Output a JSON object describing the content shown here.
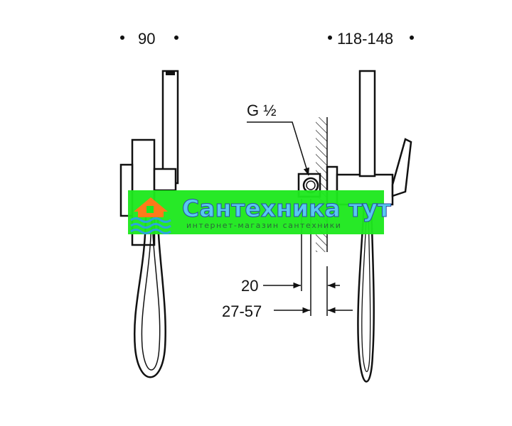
{
  "dimensions": {
    "left_width": "90",
    "right_width": "118-148",
    "thread": "G ½",
    "wall_gap": "20",
    "projection": "27-57"
  },
  "watermark": {
    "title": "Сантехника тут",
    "subtitle": "интернет-магазин сантехники",
    "banner_color": "#1ee81e",
    "title_color": "#58c8f0",
    "title_stroke": "#2b4aa8",
    "logo_color": "#ff7a1a",
    "waves_color": "#2aa6dc"
  },
  "colors": {
    "line": "#111111",
    "background": "#ffffff"
  },
  "icons": [
    "dimension-dot-icon",
    "arrow-icon",
    "wall-hatch-icon",
    "house-logo-icon",
    "waves-icon"
  ]
}
